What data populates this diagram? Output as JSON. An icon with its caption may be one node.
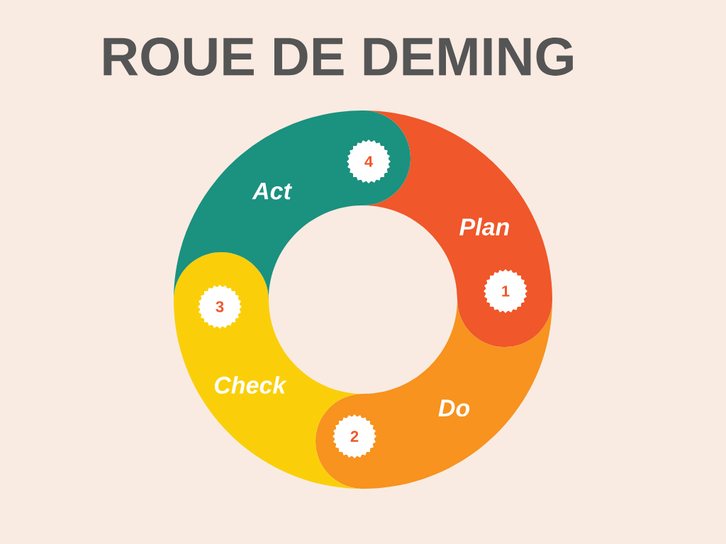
{
  "diagram": {
    "title": "ROUE DE DEMING",
    "nodes": [
      {
        "text": [
          "Plan"
        ]
      },
      {
        "text": [
          "1"
        ],
        "in": 0
      },
      {
        "text": [
          "Do"
        ]
      },
      {
        "text": [
          "2"
        ],
        "in": 2
      },
      {
        "text": [
          "Check"
        ]
      },
      {
        "text": [
          "3"
        ],
        "in": 4
      },
      {
        "text": [
          "Act"
        ]
      },
      {
        "text": [
          "4"
        ],
        "in": 6
      }
    ]
  }
}
